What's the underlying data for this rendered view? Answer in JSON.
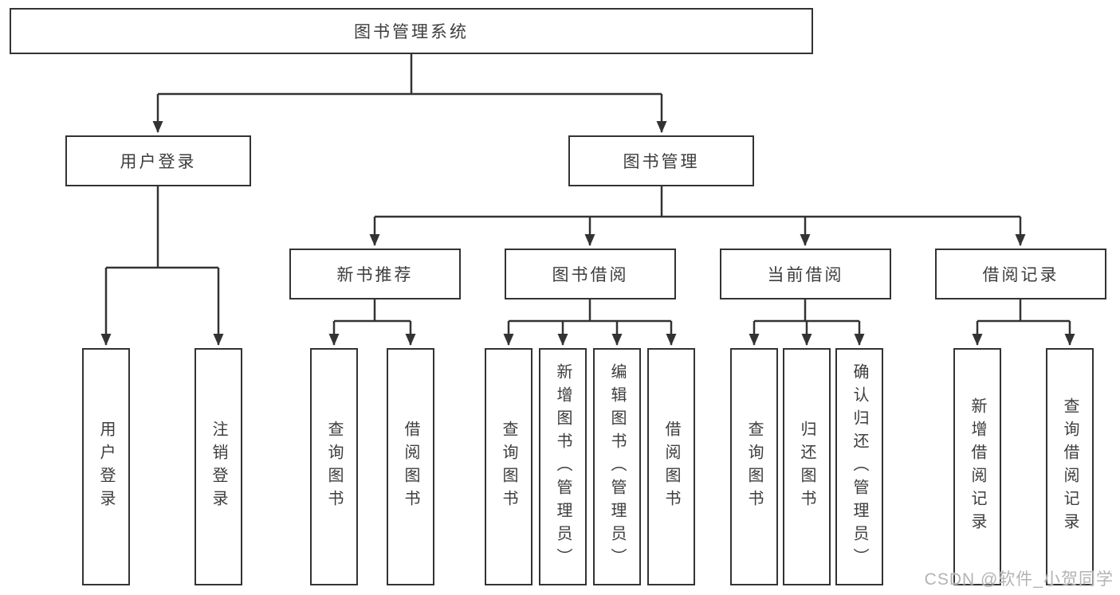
{
  "diagram": {
    "title": "图书管理系统",
    "branches": {
      "user_login": {
        "label": "用户登录",
        "children": [
          {
            "label": "用户登录"
          },
          {
            "label": "注销登录"
          }
        ]
      },
      "book_management": {
        "label": "图书管理",
        "sections": [
          {
            "label": "新书推荐",
            "children": [
              {
                "label": "查询图书"
              },
              {
                "label": "借阅图书"
              }
            ]
          },
          {
            "label": "图书借阅",
            "children": [
              {
                "label": "查询图书"
              },
              {
                "label": "新增图书（管理员）"
              },
              {
                "label": "编辑图书（管理员）"
              },
              {
                "label": "借阅图书"
              }
            ]
          },
          {
            "label": "当前借阅",
            "children": [
              {
                "label": "查询图书"
              },
              {
                "label": "归还图书"
              },
              {
                "label": "确认归还（管理员）"
              }
            ]
          },
          {
            "label": "借阅记录",
            "children": [
              {
                "label": "新增借阅记录"
              },
              {
                "label": "查询借阅记录"
              }
            ]
          }
        ]
      }
    }
  },
  "watermark": "CSDN @软件_小贺同学",
  "colors": {
    "line": "#333333",
    "box_fill": "#ffffff",
    "text": "#3d3d3d",
    "watermark": "#b3b3b3"
  }
}
